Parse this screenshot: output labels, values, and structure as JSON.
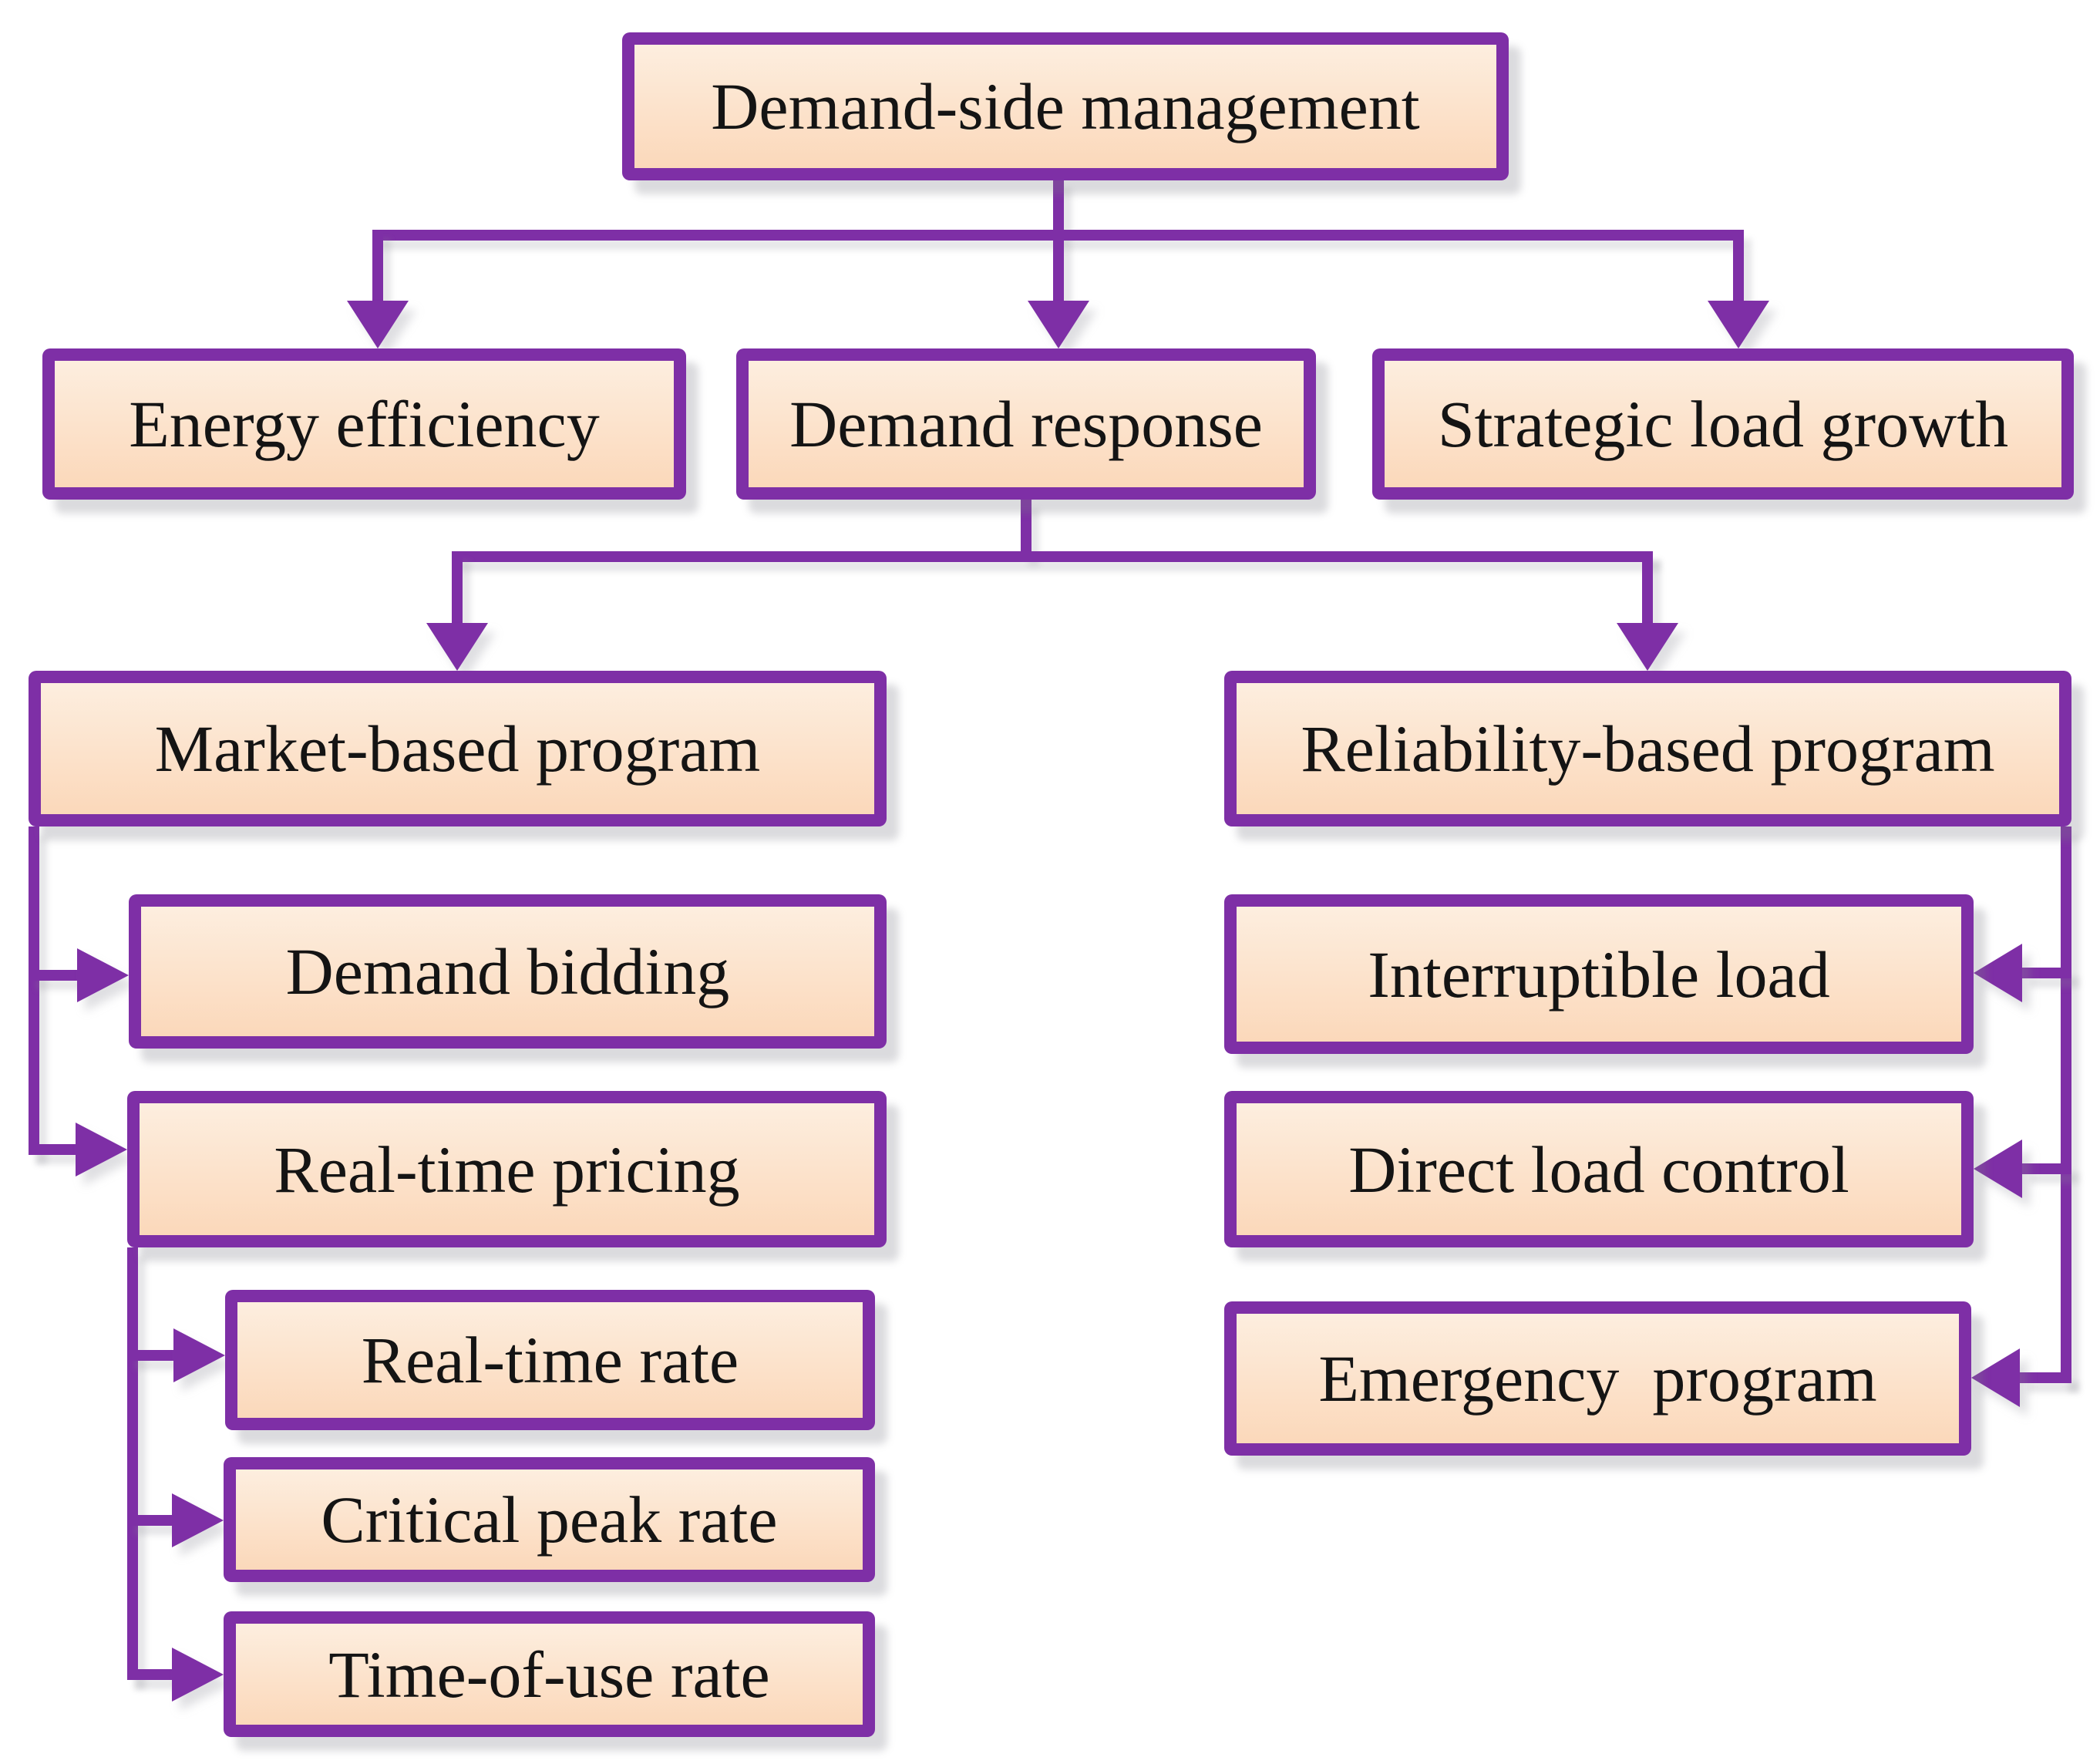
{
  "colors": {
    "line": "#7E2FA6",
    "box_border": "#7E2FA6",
    "fill_top": "#FDEEDF",
    "fill_bottom": "#FBD8BA",
    "text": "#141414",
    "background": "#FFFFFF"
  },
  "nodes": {
    "dsm": {
      "label": "Demand-side management",
      "children": [
        "ee",
        "dr",
        "slg"
      ]
    },
    "ee": {
      "label": "Energy efficiency",
      "children": []
    },
    "dr": {
      "label": "Demand response",
      "children": [
        "mbp",
        "rbp"
      ]
    },
    "slg": {
      "label": "Strategic load growth",
      "children": []
    },
    "mbp": {
      "label": "Market-based program",
      "children": [
        "db",
        "rtp"
      ]
    },
    "rbp": {
      "label": "Reliability-based program",
      "children": [
        "il",
        "dlc",
        "ep"
      ]
    },
    "db": {
      "label": "Demand bidding",
      "children": []
    },
    "rtp": {
      "label": "Real-time pricing",
      "children": [
        "rtr",
        "cpr",
        "tou"
      ]
    },
    "rtr": {
      "label": "Real-time rate",
      "children": []
    },
    "cpr": {
      "label": "Critical peak rate",
      "children": []
    },
    "tou": {
      "label": "Time-of-use rate",
      "children": []
    },
    "il": {
      "label": "Interruptible load",
      "children": []
    },
    "dlc": {
      "label": "Direct load control",
      "children": []
    },
    "ep": {
      "label": "Emergency  program",
      "children": []
    }
  }
}
